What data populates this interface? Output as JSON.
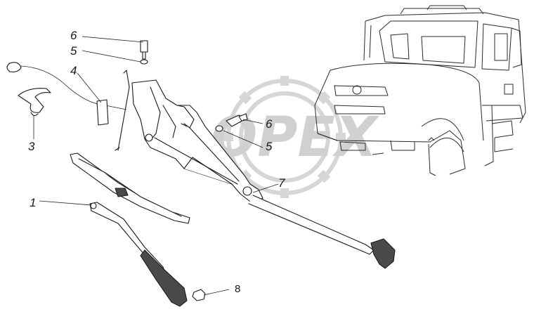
{
  "diagram": {
    "callouts": [
      {
        "id": "1",
        "label": "1"
      },
      {
        "id": "3",
        "label": "3"
      },
      {
        "id": "4",
        "label": "4"
      },
      {
        "id": "5a",
        "label": "5"
      },
      {
        "id": "6a",
        "label": "6"
      },
      {
        "id": "5b",
        "label": "5"
      },
      {
        "id": "6b",
        "label": "6"
      },
      {
        "id": "7",
        "label": "7"
      },
      {
        "id": "8",
        "label": "8"
      }
    ],
    "watermark": {
      "text": "OPEX"
    },
    "colors": {
      "line": "#1a1a1a",
      "watermark": "#d0d0d0",
      "background": "#ffffff"
    }
  }
}
